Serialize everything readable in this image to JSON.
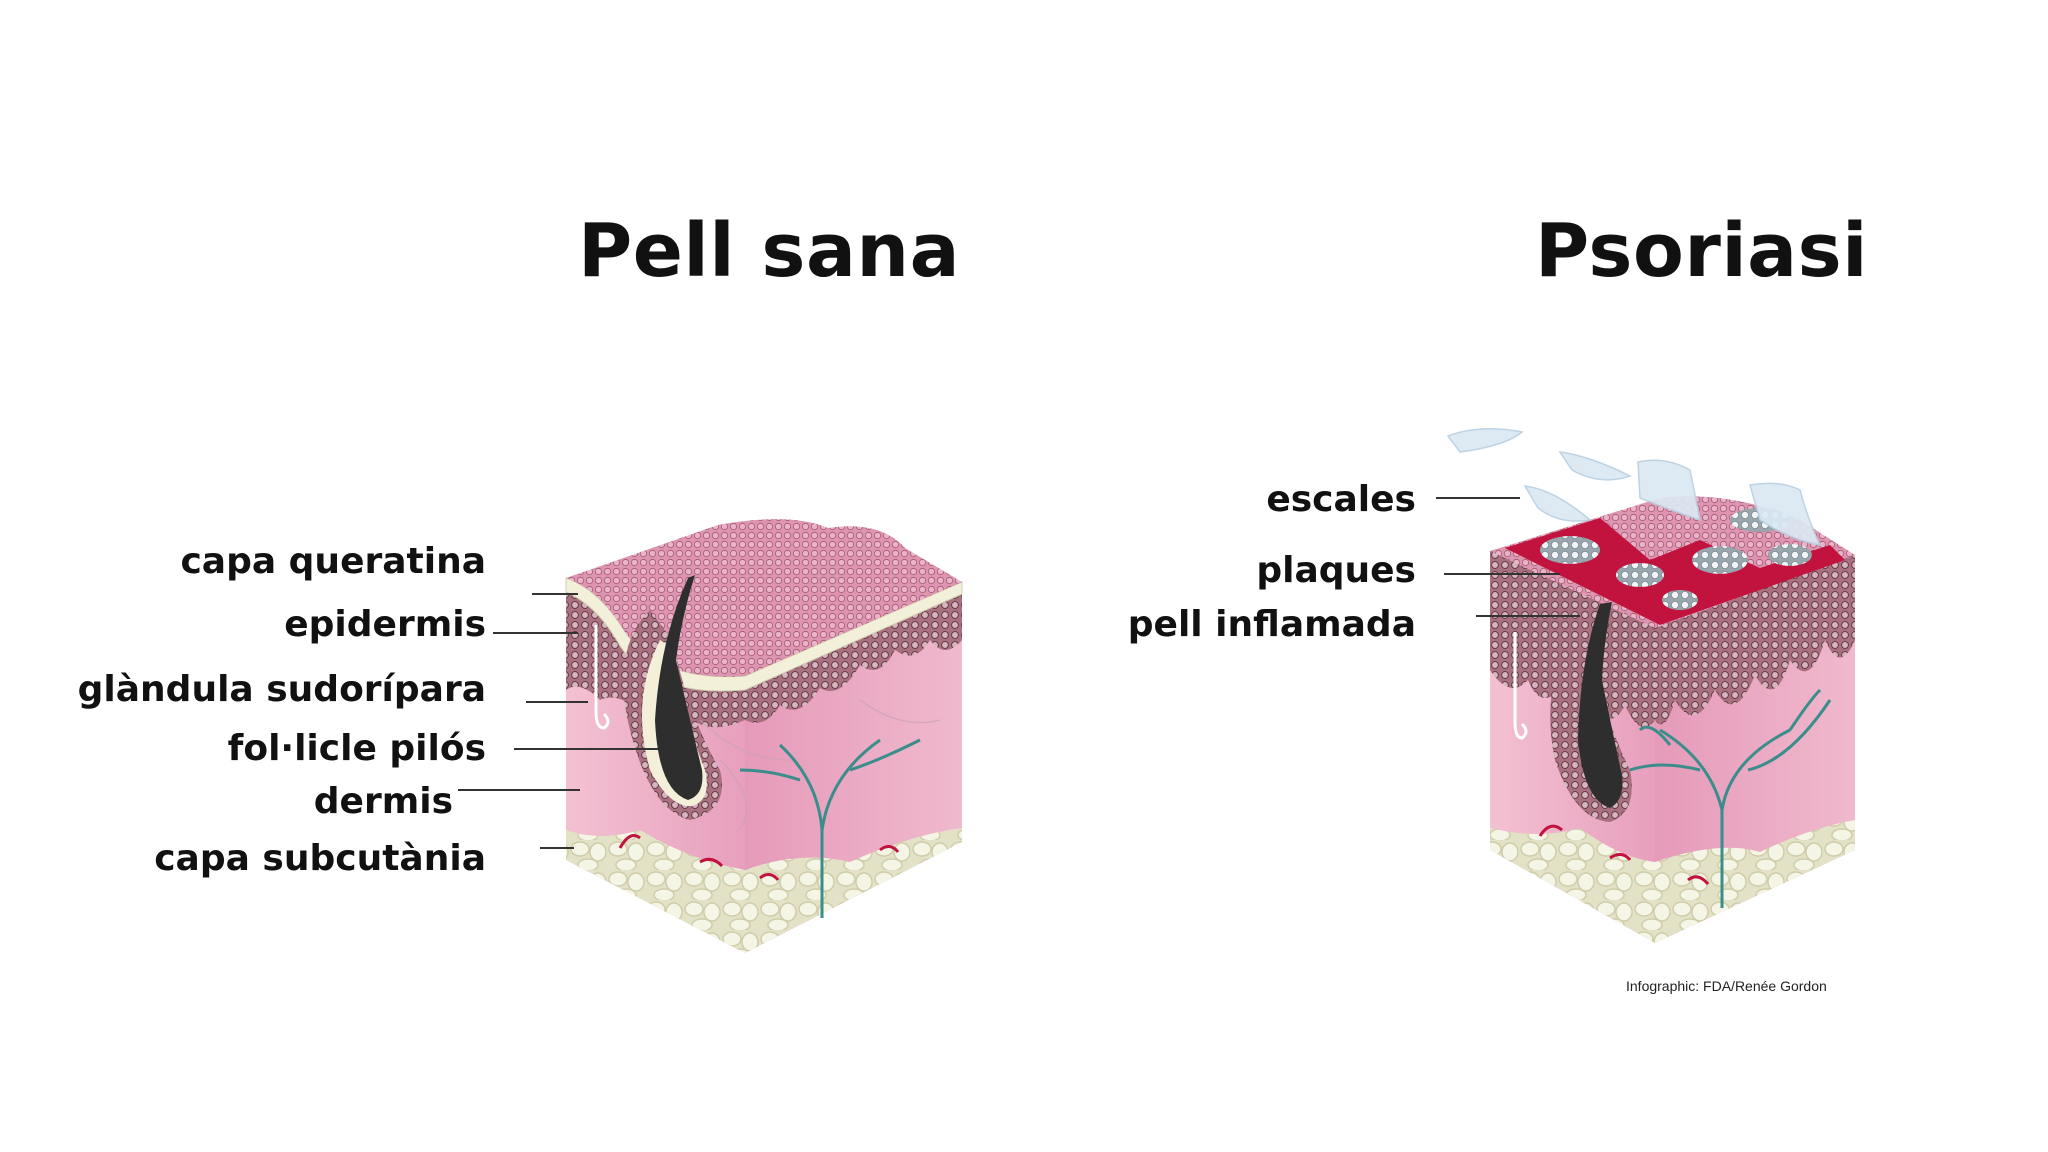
{
  "titles": {
    "healthy": "Pell sana",
    "psoriasis": "Psoriasi"
  },
  "healthy_labels": [
    "capa queratina",
    "epidermis",
    "glàndula sudorípara",
    "fol·licle pilós",
    "dermis",
    "capa subcutània"
  ],
  "psoriasis_labels": [
    "escales",
    "plaques",
    "pell inflamada"
  ],
  "credit": "Infographic: FDA/Renée Gordon",
  "colors": {
    "dermis_pink": "#efaec8",
    "epidermis_mesh": "#d98faa",
    "subcutaneous": "#efefd8",
    "plaque_red": "#c2123e",
    "vessel": "#3a8d8a",
    "follicle": "#2a2a2a",
    "scale": "#dbe9f4"
  }
}
